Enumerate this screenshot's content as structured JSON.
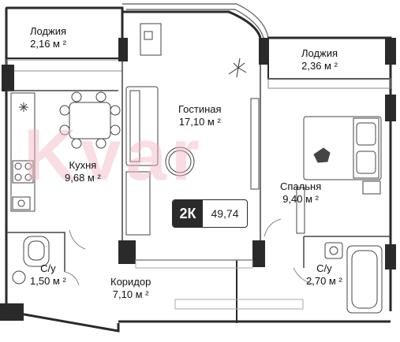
{
  "rooms": {
    "loggia_left": {
      "name": "Лоджия",
      "area": "2,16 м ²"
    },
    "loggia_right": {
      "name": "Лоджия",
      "area": "2,36 м ²"
    },
    "living": {
      "name": "Гостиная",
      "area": "17,10 м ²"
    },
    "kitchen": {
      "name": "Кухня",
      "area": "9,68 м ²"
    },
    "bedroom": {
      "name": "Спальня",
      "area": "9,40 м ²"
    },
    "bath_left": {
      "name": "С/у",
      "area": "1,50 м ²"
    },
    "corridor": {
      "name": "Коридор",
      "area": "7,10 м ²"
    },
    "bath_right": {
      "name": "С/у",
      "area": "2,70 м ²"
    }
  },
  "badge": {
    "type": "2К",
    "total_area": "49,74"
  },
  "watermark": "Kvar",
  "colors": {
    "wall": "#2a2a2a",
    "line": "#444444",
    "accent": "#2a2a2a",
    "watermark": "#f2b6c0"
  }
}
